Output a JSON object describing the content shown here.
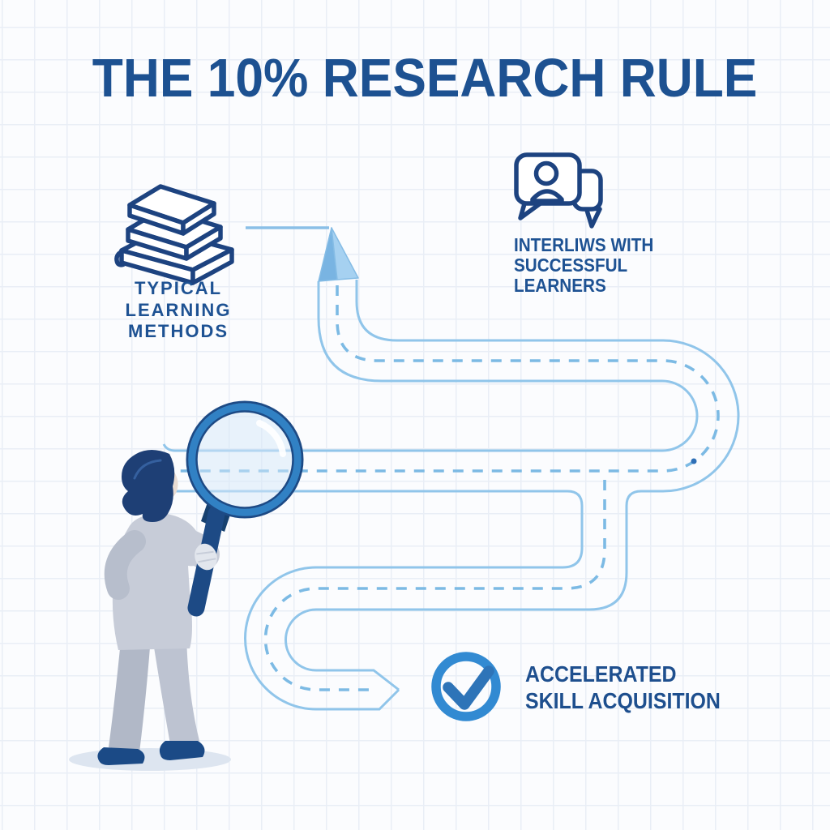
{
  "title": "THE 10% RESEARCH RULE",
  "nodes": {
    "typical": {
      "icon": "books-stack-icon",
      "lines": [
        "TYPICAL",
        "LEARNING",
        "METHODS"
      ]
    },
    "interviews": {
      "icon": "chat-bubbles-person-icon",
      "lines": [
        "INTERLIWS WITH",
        "SUCCESSFUL",
        "LEARNERS"
      ]
    },
    "accelerated": {
      "icon": "check-circle-icon",
      "lines": [
        "ACCELERATED",
        "SKILL ACQUISITION"
      ]
    }
  },
  "illustration": {
    "figure": "person-seen-from-behind-holding-magnifying-glass",
    "path": "winding-road-with-dashed-centerline",
    "path_start_marker": "upward-pencil-arrow",
    "path_end_marker": "right-chevron"
  },
  "colors": {
    "background": "#fbfcfe",
    "grid_line": "#e9eef6",
    "title_navy": "#1d5191",
    "label_navy": "#1e5293",
    "icon_outline_navy": "#1d4380",
    "road_edge_blue": "#90c5ea",
    "road_dash_blue": "#7cbae4",
    "arrow_fill_blue": "#8bc0e8",
    "check_ring_blue": "#328ad2",
    "check_mark_blue": "#2e74b8",
    "magnifier_ring_blue": "#3181c4",
    "magnifier_navy": "#1d4a85",
    "person_gray": "#c7ccd8",
    "hair_navy": "#1e3f75"
  }
}
